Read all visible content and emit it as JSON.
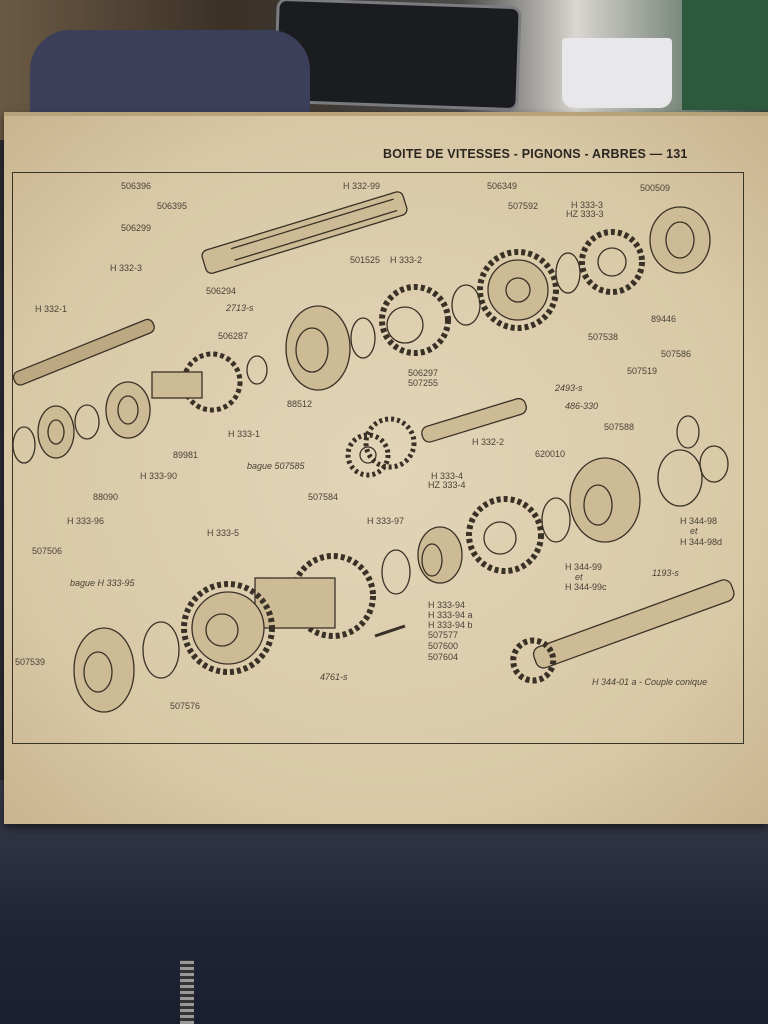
{
  "page": {
    "header": "BOITE DE VITESSES - PIGNONS - ARBRES — 131"
  },
  "labels": [
    "506396",
    "506395",
    "506299",
    "H 332-3",
    "H 332-99",
    "506349",
    "507592",
    "H 333-3",
    "HZ 333-3",
    "500509",
    "501525",
    "H 333-2",
    "506294",
    "2713-s",
    "89446",
    "507538",
    "H 332-1",
    "506287",
    "506297",
    "507255",
    "88512",
    "507586",
    "507519",
    "2493-s",
    "486-330",
    "H 333-1",
    "H 332-2",
    "507588",
    "89981",
    "620010",
    "bague 507585",
    "H 333-90",
    "H 333-4",
    "HZ 333-4",
    "88090",
    "507584",
    "H 333-96",
    "H 333-97",
    "H 344-98",
    "et",
    "H 344-98d",
    "507506",
    "H 333-5",
    "H 344-99",
    "et",
    "H 344-99c",
    "1193-s",
    "bague H 333-95",
    "H 333-94",
    "H 333-94 a",
    "H 333-94 b",
    "507577",
    "507600",
    "507604",
    "507539",
    "4761-s",
    "H 344-01 a - Couple conique",
    "507576"
  ]
}
